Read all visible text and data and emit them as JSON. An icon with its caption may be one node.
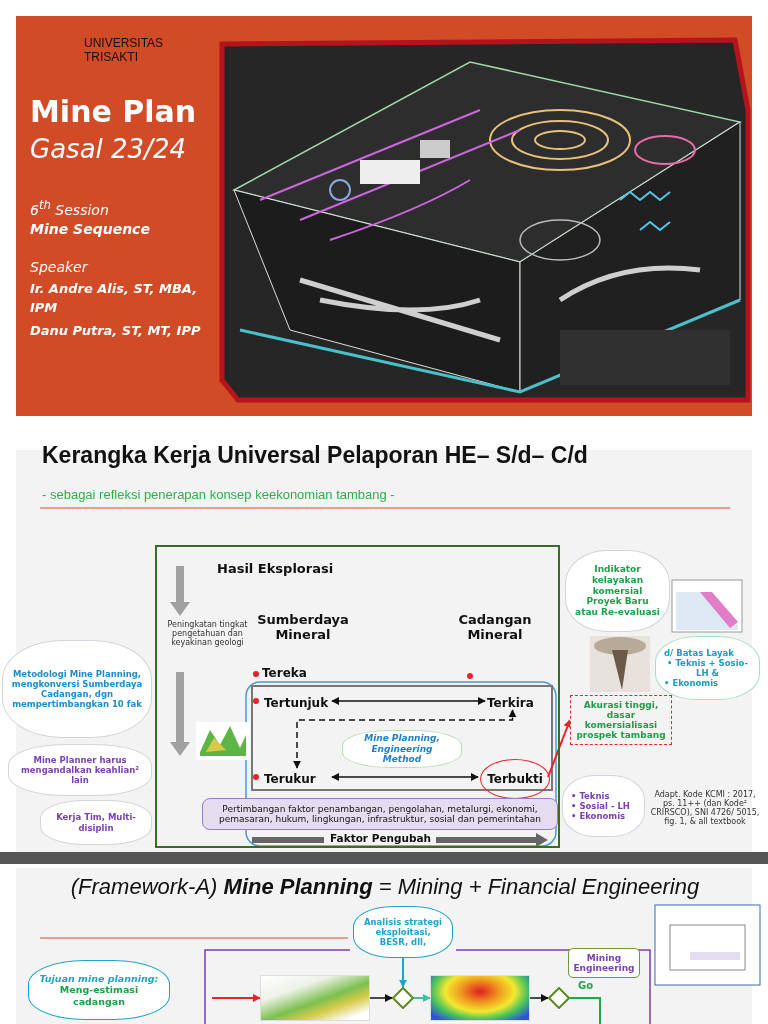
{
  "diagram": {
    "title": "Mine Plan",
    "nodes": [
      {
        "text": [
          "Hasil Eksplorasi"
        ]
      },
      {
        "text": [
          "Tertunjuk"
        ],
        "in": 0
      },
      {
        "text": [
          "Terkira"
        ],
        "in": 0
      },
      {
        "text": [
          "Terukur"
        ],
        "in": 0
      },
      {
        "text": [
          "Terbukti"
        ],
        "in": 0
      },
      {
        "text": [
          "Akurasi tinggi, dasar komersialisasi prospek tambang"
        ]
      },
      {
        "text": [
          "Mine Planning, Engineering Method"
        ],
        "in": 0
      },
      {
        "text": [
          "Pertimbangan faktor penambangan, pengolahan, metalurgi, ekonomi, pemasaran, hukum, lingkungan, infrastruktur, sosial dan pemerintahan"
        ],
        "in": 0
      },
      {
        "text": [
          "Metodologi Mine Planning, mengkonversi Sumberdaya Cadangan, dgn mempertimbangkan 10 fak"
        ]
      },
      {
        "text": [
          "Mine Planner harus mengandalkan keahlian² lain"
        ]
      },
      {
        "text": [
          "Kerja Tim, Multi-disiplin"
        ]
      },
      {
        "text": [
          "• Teknis",
          "• Sosial - LH",
          "• Ekonomis"
        ]
      },
      {
        "text": [
          "Indikator kelayakan komersial Proyek Baru atau Re-evaluasi"
        ]
      },
      {
        "text": [
          "d/ Batas Layak",
          "• Teknis + Sosio-LH &",
          "• Ekonomis"
        ]
      },
      {
        "text": [
          "Analisis strategi eksploitasi, BESR, dll,"
        ]
      },
      {
        "text": [
          "Tujuan mine planning:",
          "Meng-estimasi cadangan"
        ]
      },
      {
        "text": [
          "Mining Engineering"
        ]
      },
      {
        "text": [],
        "shape": "picture"
      },
      {
        "text": [],
        "shape": "diamond"
      },
      {
        "text": [],
        "shape": "picture"
      },
      {
        "text": [],
        "shape": "diamond"
      }
    ],
    "edges": [
      {
        "from": 1,
        "to": 2,
        "arrow": "both"
      },
      {
        "from": 3,
        "to": 2,
        "arrow": "both",
        "style": "dashed"
      },
      {
        "from": 3,
        "to": 4,
        "arrow": "both"
      },
      {
        "from": 4,
        "to": 5,
        "arrow": "to",
        "color": "#e8242a"
      },
      {
        "from": 14,
        "to": 18,
        "arrow": "to",
        "color": "#1fa3c8"
      },
      {
        "from": 17,
        "to": 18,
        "arrow": "to"
      },
      {
        "from": 18,
        "to": 19,
        "arrow": "to",
        "color": "#3fbfa0"
      },
      {
        "from": 19,
        "to": 20,
        "arrow": "to"
      },
      {
        "from": 20,
        "to": null,
        "arrow": "none",
        "label": "Go",
        "color": "#1fa84a"
      },
      {
        "from": null,
        "to": 17,
        "arrow": "to",
        "color": "#e8242a"
      }
    ],
    "labels": [
      "UNIVERSITAS TRISAKTI",
      "Gasal 23/24",
      "6$^{th}$ Session",
      "Mine Sequence",
      "Speaker",
      "Ir. Andre Alis, ST, MBA, IPM",
      "Danu Putra, ST, MT, IPP",
      "Kerangka Kerja Universal Pelaporan HE– S/d– C/d",
      "- sebagai refleksi penerapan konsep keekonomian tambang -",
      "Sumberdaya Mineral",
      "Cadangan Mineral",
      "Peningkatan tingkat pengetahuan dan keyakinan geologi",
      "Tereka",
      "Faktor Pengubah",
      "Adapt. Kode KCMI : 2017, ps. 11++ (dan Kode² CRIRSCO), SNI 4726/ 5015, fig. 1, & all textbook",
      "(Framework-A) **Mine Planning** = Mining + Financial Engineering"
    ]
  }
}
